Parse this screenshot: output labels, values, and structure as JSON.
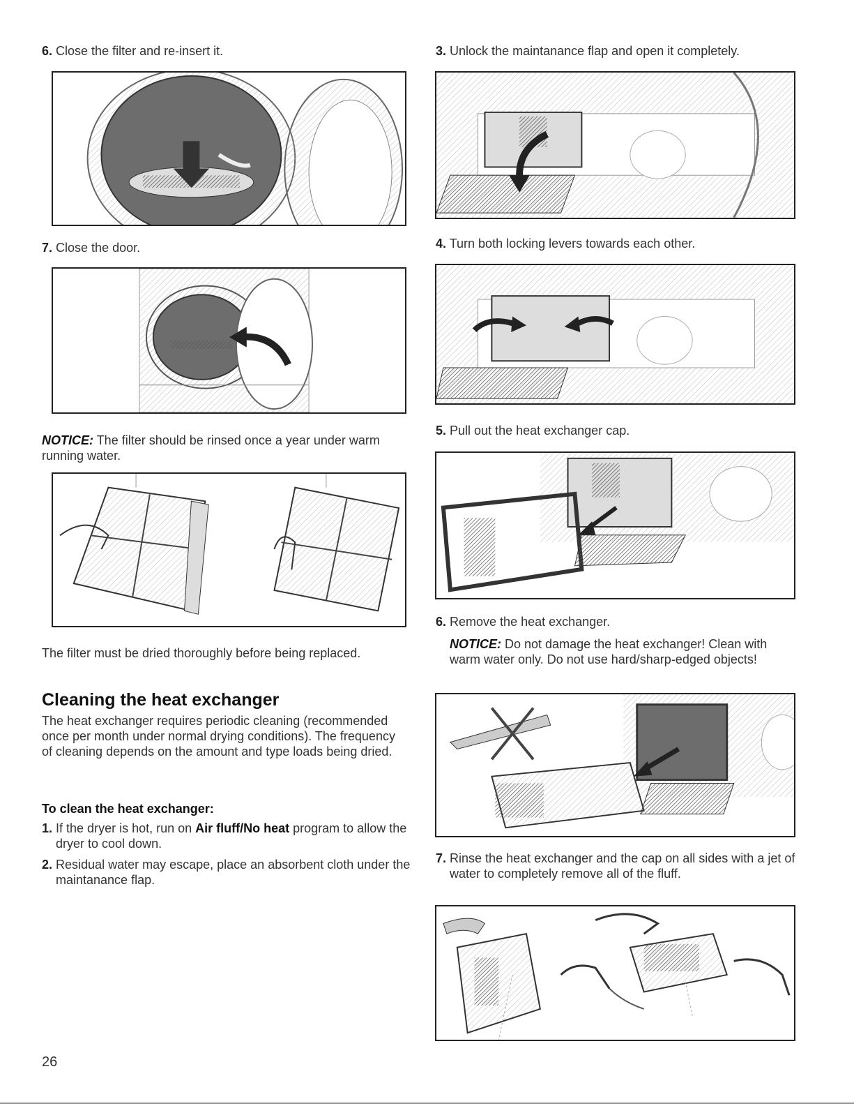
{
  "left": {
    "step6": {
      "num": "6.",
      "text": "Close the filter and re-insert it."
    },
    "step7": {
      "num": "7.",
      "text": "Close the door."
    },
    "notice1": {
      "label": "NOTICE:",
      "text": "The filter should be rinsed once a year under warm running water."
    },
    "filter_dry": "The filter must be dried thoroughly before being replaced.",
    "section_title": "Cleaning the heat exchanger",
    "section_intro": "The heat exchanger requires periodic cleaning (recommended once per month under normal drying conditions). The frequency of cleaning depends on the amount and type loads being dried.",
    "subheading": "To clean the heat exchanger:",
    "list": [
      {
        "num": "1.",
        "pre": "If the dryer is hot, run on ",
        "bold": "Air fluff/No heat",
        "post": " program to allow the dryer to cool down."
      },
      {
        "num": "2.",
        "text": "Residual water may escape, place an absorbent cloth under the maintanance flap."
      }
    ]
  },
  "right": {
    "step3": {
      "num": "3.",
      "text": "Unlock the maintanance flap and open it completely."
    },
    "step4": {
      "num": "4.",
      "text": "Turn both locking levers towards each other."
    },
    "step5": {
      "num": "5.",
      "text": "Pull out the heat exchanger cap."
    },
    "step6": {
      "num": "6.",
      "text": "Remove the heat exchanger."
    },
    "notice2": {
      "label": "NOTICE:",
      "text": "Do not damage the heat exchanger! Clean with warm water only. Do not use hard/sharp-edged objects!"
    },
    "step7": {
      "num": "7.",
      "text": "Rinse the heat exchanger and the cap on all sides with a jet of water to completely remove all of the fluff."
    }
  },
  "page_number": "26",
  "icons": {
    "fig1": "filter-reinsert-illustration",
    "fig2": "close-door-illustration",
    "fig3": "filter-rinse-illustration",
    "fig4": "open-flap-illustration",
    "fig5": "locking-levers-illustration",
    "fig6": "pull-cap-illustration",
    "fig7": "remove-heat-exchanger-illustration",
    "fig8": "rinse-heat-exchanger-illustration"
  }
}
